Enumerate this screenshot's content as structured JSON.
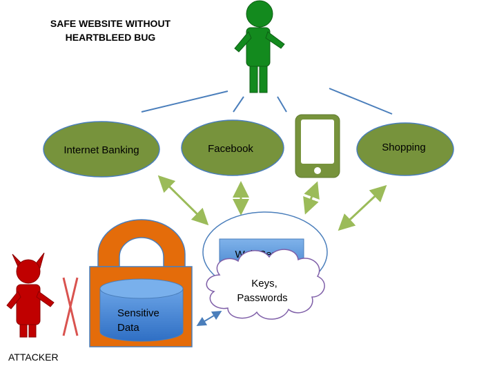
{
  "title": {
    "line1": "SAFE WEBSITE WITHOUT",
    "line2": "HEARTBLEED BUG"
  },
  "services": [
    {
      "label": "Internet Banking"
    },
    {
      "label": "Facebook"
    },
    {
      "label": "Shopping"
    }
  ],
  "web_server": {
    "label": "Web Server"
  },
  "secrets": {
    "line1": "Keys,",
    "line2": "Passwords"
  },
  "database": {
    "line1": "Sensitive",
    "line2": "Data"
  },
  "attacker": {
    "label": "ATTACKER"
  },
  "colors": {
    "user_green": "#138a1e",
    "service_green": "#77933c",
    "arrow_green": "#9bbb59",
    "lock_orange": "#e46c0a",
    "attacker_red": "#c00000",
    "server_blue": "#5b9bd5"
  }
}
